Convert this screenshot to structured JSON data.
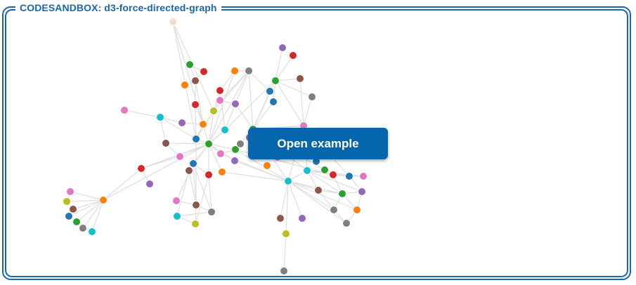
{
  "embed": {
    "title": "CODESANDBOX: d3-force-directed-graph",
    "open_button_label": "Open example"
  },
  "colors": {
    "frame": "#1966ad",
    "button": "#0566ad",
    "link": "#dedede"
  },
  "graph": {
    "node_count": 77,
    "node_palette": [
      "#1f77b4",
      "#ff7f0e",
      "#2ca02c",
      "#d62728",
      "#9467bd",
      "#8c564b",
      "#e377c2",
      "#7f7f7f",
      "#bcbd22",
      "#17becf"
    ]
  }
}
